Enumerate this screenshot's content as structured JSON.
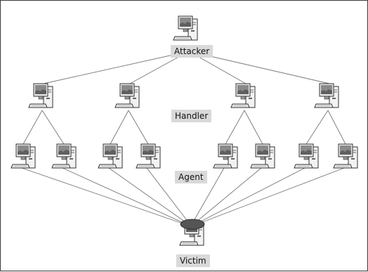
{
  "labels": {
    "attacker": "Attacker",
    "handler": "Handler",
    "agent": "Agent",
    "victim": "Victim"
  },
  "colors": {
    "line": "#777777",
    "label_bg": "#d9d9d9",
    "victim_disk": "#555555"
  },
  "icon": "desktop-computer-icon"
}
